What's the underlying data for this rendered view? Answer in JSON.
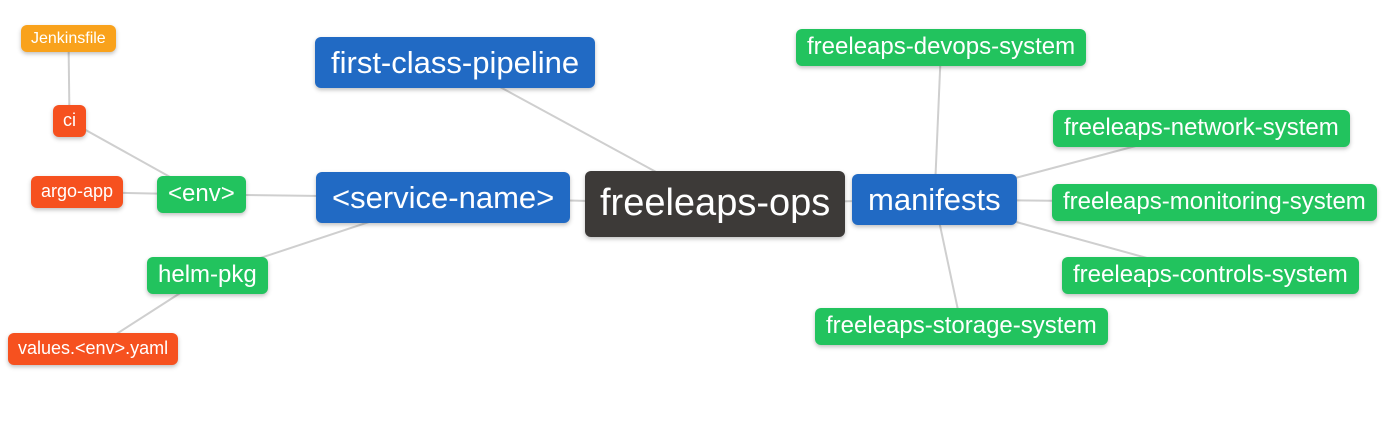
{
  "diagram": {
    "type": "mindmap",
    "background_color": "#ffffff",
    "edge_color": "#cfcfcf",
    "text_color": "#ffffff",
    "roles": {
      "root": {
        "color": "#3d3a38"
      },
      "branch": {
        "color": "#216ac4"
      },
      "sub": {
        "color": "#22c35e"
      },
      "leaf": {
        "color": "#f6511f"
      },
      "subleaf": {
        "color": "#f9a21c"
      }
    },
    "nodes": [
      {
        "id": "freeleaps-ops",
        "label": "freeleaps-ops",
        "role": "root"
      },
      {
        "id": "first-class-pipeline",
        "label": "first-class-pipeline",
        "role": "branch"
      },
      {
        "id": "service-name",
        "label": "<service-name>",
        "role": "branch"
      },
      {
        "id": "manifests",
        "label": "manifests",
        "role": "branch"
      },
      {
        "id": "env",
        "label": "<env>",
        "role": "sub"
      },
      {
        "id": "helm-pkg",
        "label": "helm-pkg",
        "role": "sub"
      },
      {
        "id": "freeleaps-devops-system",
        "label": "freeleaps-devops-system",
        "role": "sub"
      },
      {
        "id": "freeleaps-network-system",
        "label": "freeleaps-network-system",
        "role": "sub"
      },
      {
        "id": "freeleaps-monitoring-system",
        "label": "freeleaps-monitoring-system",
        "role": "sub"
      },
      {
        "id": "freeleaps-controls-system",
        "label": "freeleaps-controls-system",
        "role": "sub"
      },
      {
        "id": "freeleaps-storage-system",
        "label": "freeleaps-storage-system",
        "role": "sub"
      },
      {
        "id": "ci",
        "label": "ci",
        "role": "leaf"
      },
      {
        "id": "argo-app",
        "label": "argo-app",
        "role": "leaf"
      },
      {
        "id": "values-env-yaml",
        "label": "values.<env>.yaml",
        "role": "leaf"
      },
      {
        "id": "jenkinsfile",
        "label": "Jenkinsfile",
        "role": "subleaf"
      }
    ],
    "edges": [
      [
        "jenkinsfile",
        "ci"
      ],
      [
        "ci",
        "env"
      ],
      [
        "argo-app",
        "env"
      ],
      [
        "env",
        "service-name"
      ],
      [
        "helm-pkg",
        "service-name"
      ],
      [
        "values-env-yaml",
        "helm-pkg"
      ],
      [
        "first-class-pipeline",
        "freeleaps-ops"
      ],
      [
        "service-name",
        "freeleaps-ops"
      ],
      [
        "freeleaps-ops",
        "manifests"
      ],
      [
        "manifests",
        "freeleaps-devops-system"
      ],
      [
        "manifests",
        "freeleaps-network-system"
      ],
      [
        "manifests",
        "freeleaps-monitoring-system"
      ],
      [
        "manifests",
        "freeleaps-controls-system"
      ],
      [
        "manifests",
        "freeleaps-storage-system"
      ]
    ]
  }
}
